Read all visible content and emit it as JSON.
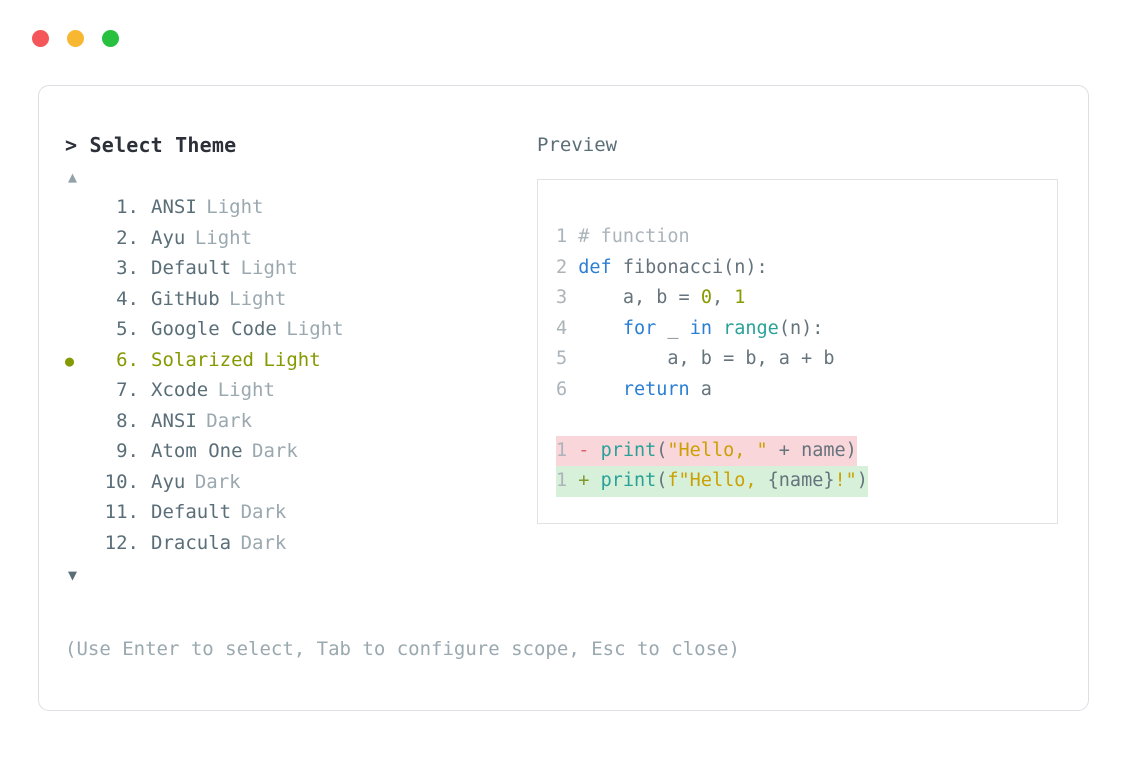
{
  "window": {
    "traffic_lights": [
      {
        "name": "close",
        "color": "#f4565a"
      },
      {
        "name": "minimize",
        "color": "#f7b731"
      },
      {
        "name": "maximize",
        "color": "#27c03f"
      }
    ]
  },
  "picker": {
    "prompt": "> Select Theme",
    "scroll_up": "▲",
    "scroll_down": "▼",
    "selected_index": 6,
    "selected_bullet": "●",
    "items": [
      {
        "index": "1.",
        "name": "ANSI",
        "variant": "Light",
        "selected": false
      },
      {
        "index": "2.",
        "name": "Ayu",
        "variant": "Light",
        "selected": false
      },
      {
        "index": "3.",
        "name": "Default",
        "variant": "Light",
        "selected": false
      },
      {
        "index": "4.",
        "name": "GitHub",
        "variant": "Light",
        "selected": false
      },
      {
        "index": "5.",
        "name": "Google Code",
        "variant": "Light",
        "selected": false
      },
      {
        "index": "6.",
        "name": "Solarized",
        "variant": "Light",
        "selected": true
      },
      {
        "index": "7.",
        "name": "Xcode",
        "variant": "Light",
        "selected": false
      },
      {
        "index": "8.",
        "name": "ANSI",
        "variant": "Dark",
        "selected": false
      },
      {
        "index": "9.",
        "name": "Atom One",
        "variant": "Dark",
        "selected": false
      },
      {
        "index": "10.",
        "name": "Ayu",
        "variant": "Dark",
        "selected": false
      },
      {
        "index": "11.",
        "name": "Default",
        "variant": "Dark",
        "selected": false
      },
      {
        "index": "12.",
        "name": "Dracula",
        "variant": "Dark",
        "selected": false
      }
    ]
  },
  "preview": {
    "label": "Preview",
    "code_lines": [
      {
        "n": "1",
        "tokens": [
          {
            "t": "# function",
            "c": "com"
          }
        ]
      },
      {
        "n": "2",
        "tokens": [
          {
            "t": "def ",
            "c": "kw"
          },
          {
            "t": "fibonacci(n):",
            "c": "plain"
          }
        ]
      },
      {
        "n": "3",
        "tokens": [
          {
            "t": "    a, b = ",
            "c": "plain"
          },
          {
            "t": "0",
            "c": "num"
          },
          {
            "t": ", ",
            "c": "plain"
          },
          {
            "t": "1",
            "c": "num"
          }
        ]
      },
      {
        "n": "4",
        "tokens": [
          {
            "t": "    ",
            "c": "plain"
          },
          {
            "t": "for",
            "c": "kw"
          },
          {
            "t": " _ ",
            "c": "plain"
          },
          {
            "t": "in",
            "c": "kw"
          },
          {
            "t": " ",
            "c": "plain"
          },
          {
            "t": "range",
            "c": "fn"
          },
          {
            "t": "(n):",
            "c": "plain"
          }
        ]
      },
      {
        "n": "5",
        "tokens": [
          {
            "t": "        a, b = b, a + b",
            "c": "plain"
          }
        ]
      },
      {
        "n": "6",
        "tokens": [
          {
            "t": "    ",
            "c": "plain"
          },
          {
            "t": "return",
            "c": "kw"
          },
          {
            "t": " a",
            "c": "plain"
          }
        ]
      }
    ],
    "diff_lines": [
      {
        "kind": "del",
        "n": "1",
        "marker": "-",
        "tokens": [
          {
            "t": "print",
            "c": "fn"
          },
          {
            "t": "(",
            "c": "plain"
          },
          {
            "t": "\"Hello, \"",
            "c": "str"
          },
          {
            "t": " + name)",
            "c": "plain"
          }
        ]
      },
      {
        "kind": "add",
        "n": "1",
        "marker": "+",
        "tokens": [
          {
            "t": "print",
            "c": "fn"
          },
          {
            "t": "(",
            "c": "plain"
          },
          {
            "t": "f\"Hello, ",
            "c": "str"
          },
          {
            "t": "{name}",
            "c": "plain"
          },
          {
            "t": "!\"",
            "c": "str"
          },
          {
            "t": ")",
            "c": "plain"
          }
        ]
      }
    ]
  },
  "footer": {
    "hint": "(Use Enter to select, Tab to configure scope, Esc to close)"
  }
}
